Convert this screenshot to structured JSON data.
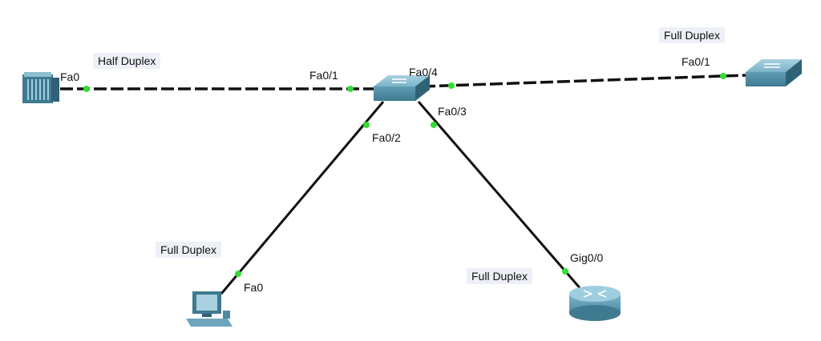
{
  "diagram": {
    "devices": [
      {
        "id": "server",
        "icon": "server-icon"
      },
      {
        "id": "switch-center",
        "icon": "switch-icon"
      },
      {
        "id": "switch-right",
        "icon": "switch-icon"
      },
      {
        "id": "pc",
        "icon": "pc-icon"
      },
      {
        "id": "router",
        "icon": "router-icon"
      }
    ],
    "links": [
      {
        "from": "server",
        "to": "switch-center",
        "style": "dashed"
      },
      {
        "from": "switch-center",
        "to": "switch-right",
        "style": "dashed"
      },
      {
        "from": "switch-center",
        "to": "pc",
        "style": "solid"
      },
      {
        "from": "switch-center",
        "to": "router",
        "style": "solid"
      }
    ],
    "ports": {
      "server_fa0": "Fa0",
      "switch_fa01": "Fa0/1",
      "switch_fa04": "Fa0/4",
      "switch_fa02": "Fa0/2",
      "switch_fa03": "Fa0/3",
      "right_switch_fa01": "Fa0/1",
      "pc_fa0": "Fa0",
      "router_gig00": "Gig0/0"
    },
    "duplex": {
      "server_link": "Half Duplex",
      "right_switch_link": "Full Duplex",
      "pc_link": "Full Duplex",
      "router_link": "Full Duplex"
    },
    "colors": {
      "link": "#111111",
      "port_up": "#33dd33",
      "device": "#5e97ad",
      "label_bg": "#eef0f7"
    }
  }
}
